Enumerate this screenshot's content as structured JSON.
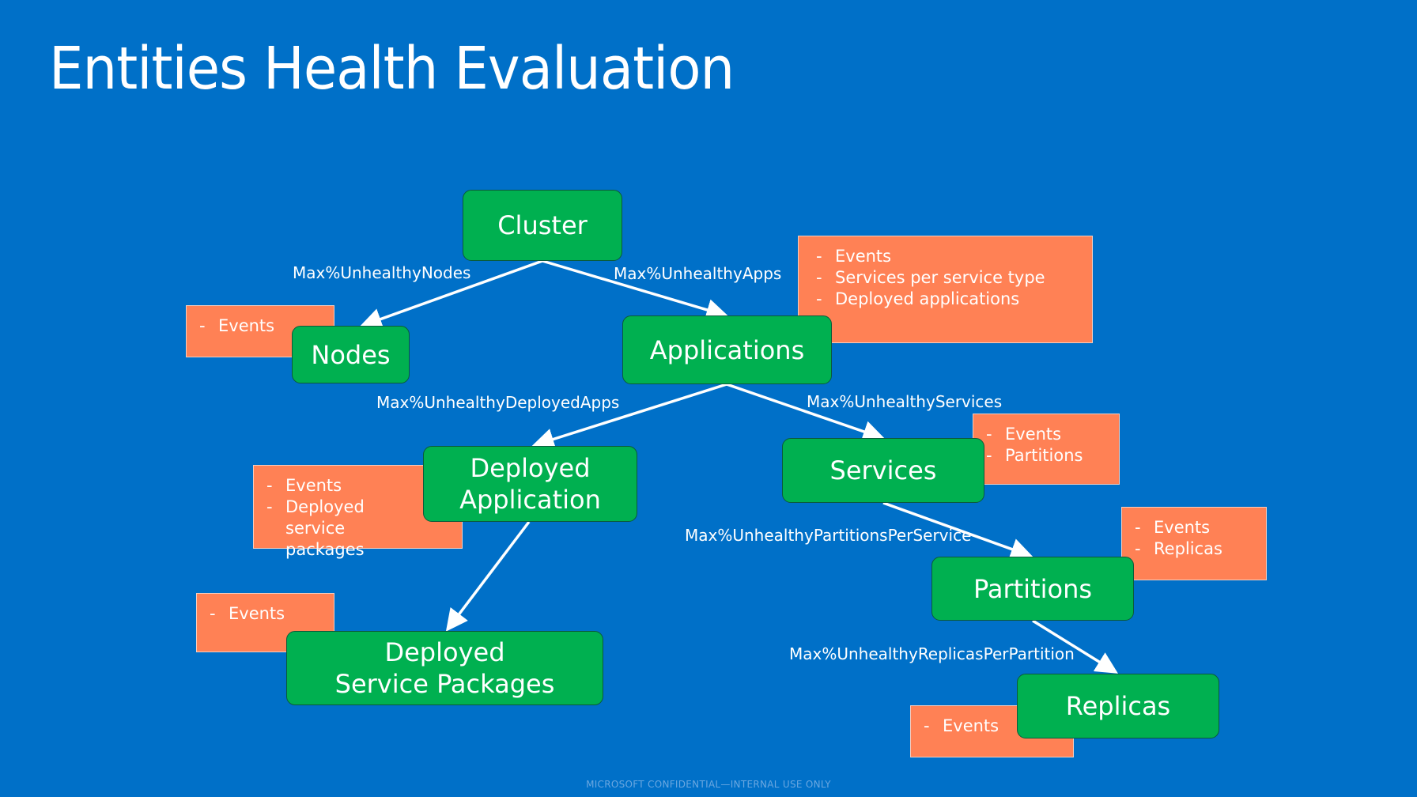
{
  "title": "Entities Health Evaluation",
  "footer": "MICROSOFT CONFIDENTIAL—INTERNAL USE ONLY",
  "colors": {
    "background": "#0070c8",
    "node": "#00b050",
    "note": "#ff8155"
  },
  "nodes": {
    "cluster": "Cluster",
    "nodes": "Nodes",
    "applications": "Applications",
    "deployed_application": "Deployed Application",
    "services": "Services",
    "deployed_service_packages": "Deployed Service Packages",
    "partitions": "Partitions",
    "replicas": "Replicas"
  },
  "edges": {
    "nodes": "Max%UnhealthyNodes",
    "apps": "Max%UnhealthyApps",
    "deployed_apps": "Max%UnhealthyDeployedApps",
    "services": "Max%UnhealthyServices",
    "partitions": "Max%UnhealthyPartitionsPerService",
    "replicas": "Max%UnhealthyReplicasPerPartition"
  },
  "notes": {
    "nodes": [
      "Events"
    ],
    "applications": [
      "Events",
      "Services per service type",
      "Deployed applications"
    ],
    "deployed_application": [
      "Events",
      "Deployed service packages"
    ],
    "services": [
      "Events",
      "Partitions"
    ],
    "deployed_service_packages": [
      "Events"
    ],
    "partitions": [
      "Events",
      "Replicas"
    ],
    "replicas": [
      "Events"
    ]
  }
}
